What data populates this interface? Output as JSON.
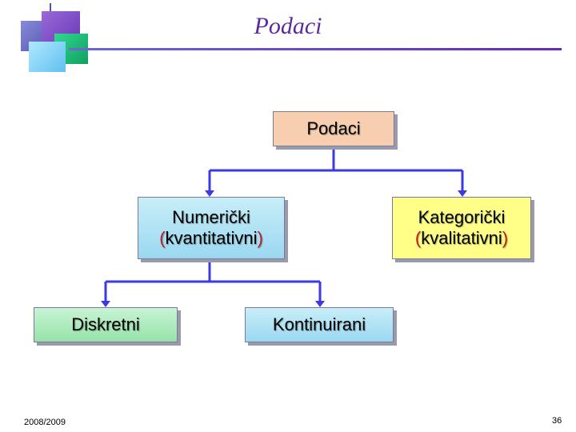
{
  "slide": {
    "title": "Podaci",
    "footer_date": "2008/2009",
    "page_number": "36"
  },
  "diagram": {
    "root": {
      "label": "Podaci"
    },
    "numeric": {
      "line1": "Numerički",
      "paren_open": "(",
      "line2": "kvantitativni",
      "paren_close": ")"
    },
    "categorical": {
      "line1": "Kategorički",
      "paren_open": "(",
      "line2": "kvalitativni",
      "paren_close": ")"
    },
    "discrete": {
      "label": "Diskretni"
    },
    "continuous": {
      "label": "Kontinuirani"
    },
    "connector_color": "#3a3ae0"
  }
}
